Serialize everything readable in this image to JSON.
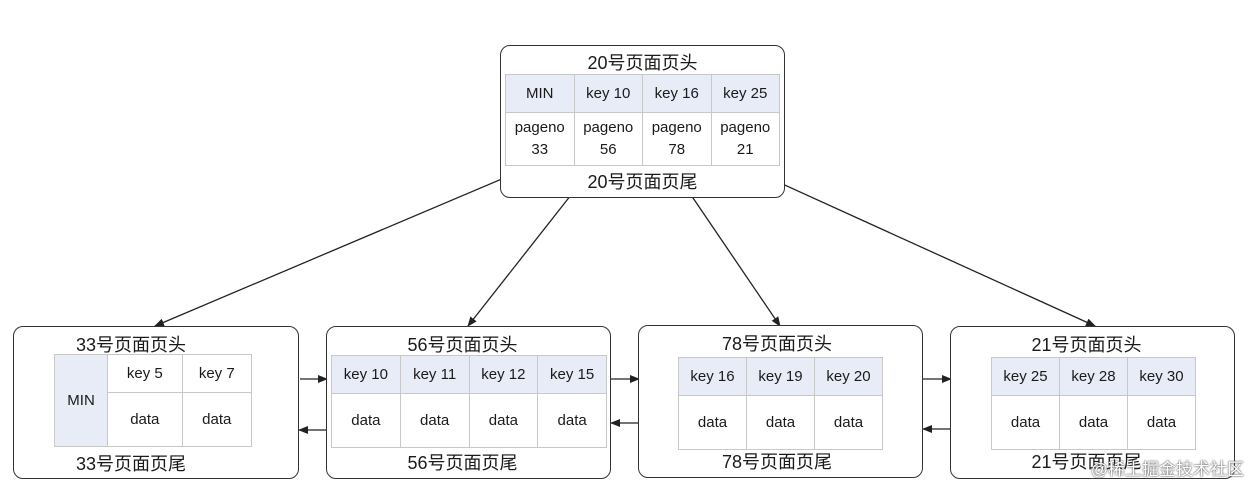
{
  "root": {
    "header": "20号页面页头",
    "footer": "20号页面页尾",
    "keys": [
      "MIN",
      "key 10",
      "key 16",
      "key 25"
    ],
    "pointers": [
      [
        "pagen​o",
        "33"
      ],
      [
        "pageno",
        "56"
      ],
      [
        "pageno",
        "78"
      ],
      [
        "pageno",
        "21"
      ]
    ]
  },
  "leaves": [
    {
      "header": "33号页面页头",
      "footer": "33号页面页尾",
      "min_label": "MIN",
      "keys": [
        "key 5",
        "key 7"
      ],
      "values": [
        "data",
        "data"
      ]
    },
    {
      "header": "56号页面页头",
      "footer": "56号页面页尾",
      "keys": [
        "key 10",
        "key 11",
        "key 12",
        "key 15"
      ],
      "values": [
        "data",
        "data",
        "data",
        "data"
      ]
    },
    {
      "header": "78号页面页头",
      "footer": "78号页面页尾",
      "keys": [
        "key 16",
        "key 19",
        "key 20"
      ],
      "values": [
        "data",
        "data",
        "data"
      ]
    },
    {
      "header": "21号页面页头",
      "footer": "21号页面页尾",
      "keys": [
        "key 25",
        "key 28",
        "key 30"
      ],
      "values": [
        "data",
        "data",
        "data"
      ]
    }
  ],
  "watermark": "@稀土掘金技术社区"
}
